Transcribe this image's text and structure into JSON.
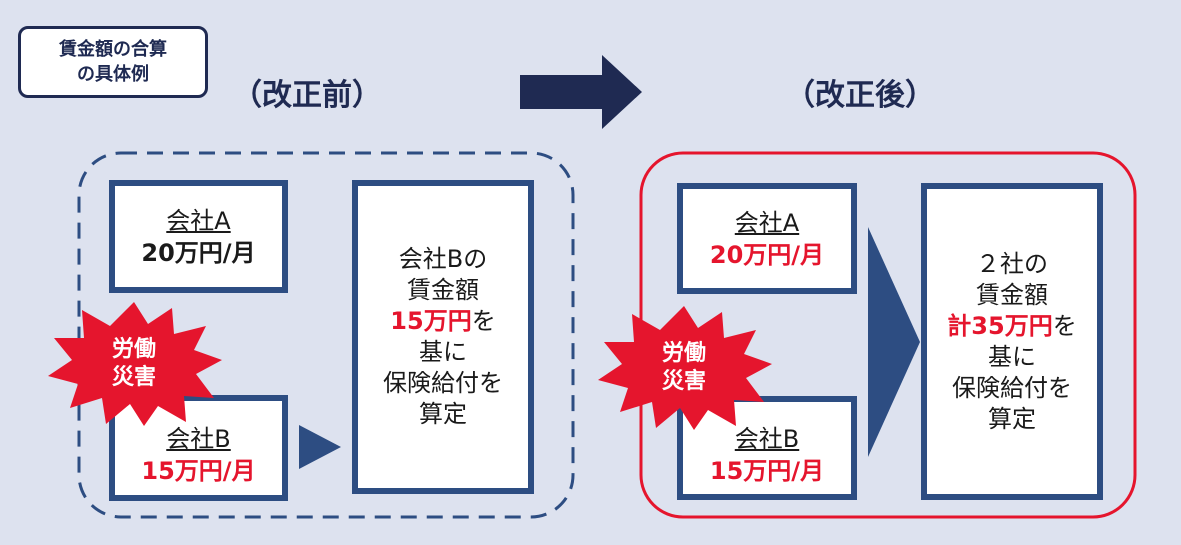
{
  "tag": {
    "line1": "賃金額の合算",
    "line2": "の具体例"
  },
  "before": {
    "heading": "（改正前）",
    "company_a": {
      "name": "会社A",
      "wage": "20万円/月"
    },
    "company_b": {
      "name": "会社B",
      "wage": "15万円/月"
    },
    "accident": {
      "line1": "労働",
      "line2": "災害"
    },
    "result": {
      "line1": "会社Bの",
      "line2": "賃金額",
      "highlight": "15万円",
      "line3_suffix": "を",
      "line4": "基に",
      "line5": "保険給付を",
      "line6": "算定"
    }
  },
  "after": {
    "heading": "（改正後）",
    "company_a": {
      "name": "会社A",
      "wage": "20万円/月"
    },
    "company_b": {
      "name": "会社B",
      "wage": "15万円/月"
    },
    "accident": {
      "line1": "労働",
      "line2": "災害"
    },
    "result": {
      "line1": "２社の",
      "line2": "賃金額",
      "highlight": "計35万円",
      "line3_suffix": "を",
      "line4": "基に",
      "line5": "保険給付を",
      "line6": "算定"
    }
  },
  "colors": {
    "background": "#dde2ef",
    "navy": "#1f2a52",
    "box_border": "#2d4d82",
    "accent_red": "#e5152d"
  }
}
